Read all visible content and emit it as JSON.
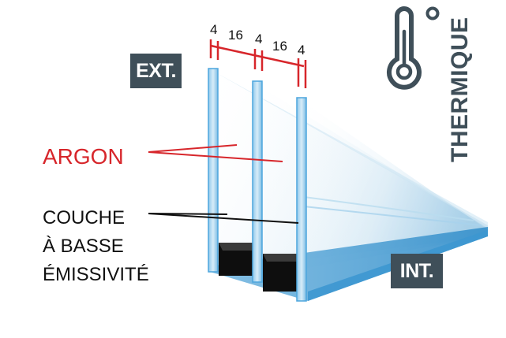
{
  "labels": {
    "exterior": "EXT.",
    "interior": "INT.",
    "argon": "ARGON",
    "coating_line1": "COUCHE",
    "coating_line2": "À BASSE",
    "coating_line3": "ÉMISSIVITÉ",
    "thermal": "THERMIQUE"
  },
  "dimensions": {
    "pane1": "4",
    "gap1": "16",
    "pane2": "4",
    "gap2": "16",
    "pane3": "4"
  },
  "colors": {
    "label_box": "#3f4f59",
    "argon_red": "#d7262b",
    "glass_edge": "#5aaee0",
    "glass_tint": "#cfe6f4",
    "spacer": "#111111",
    "icon": "#3f4f59"
  },
  "icons": {
    "thermal": "thermometer-degree-icon"
  }
}
